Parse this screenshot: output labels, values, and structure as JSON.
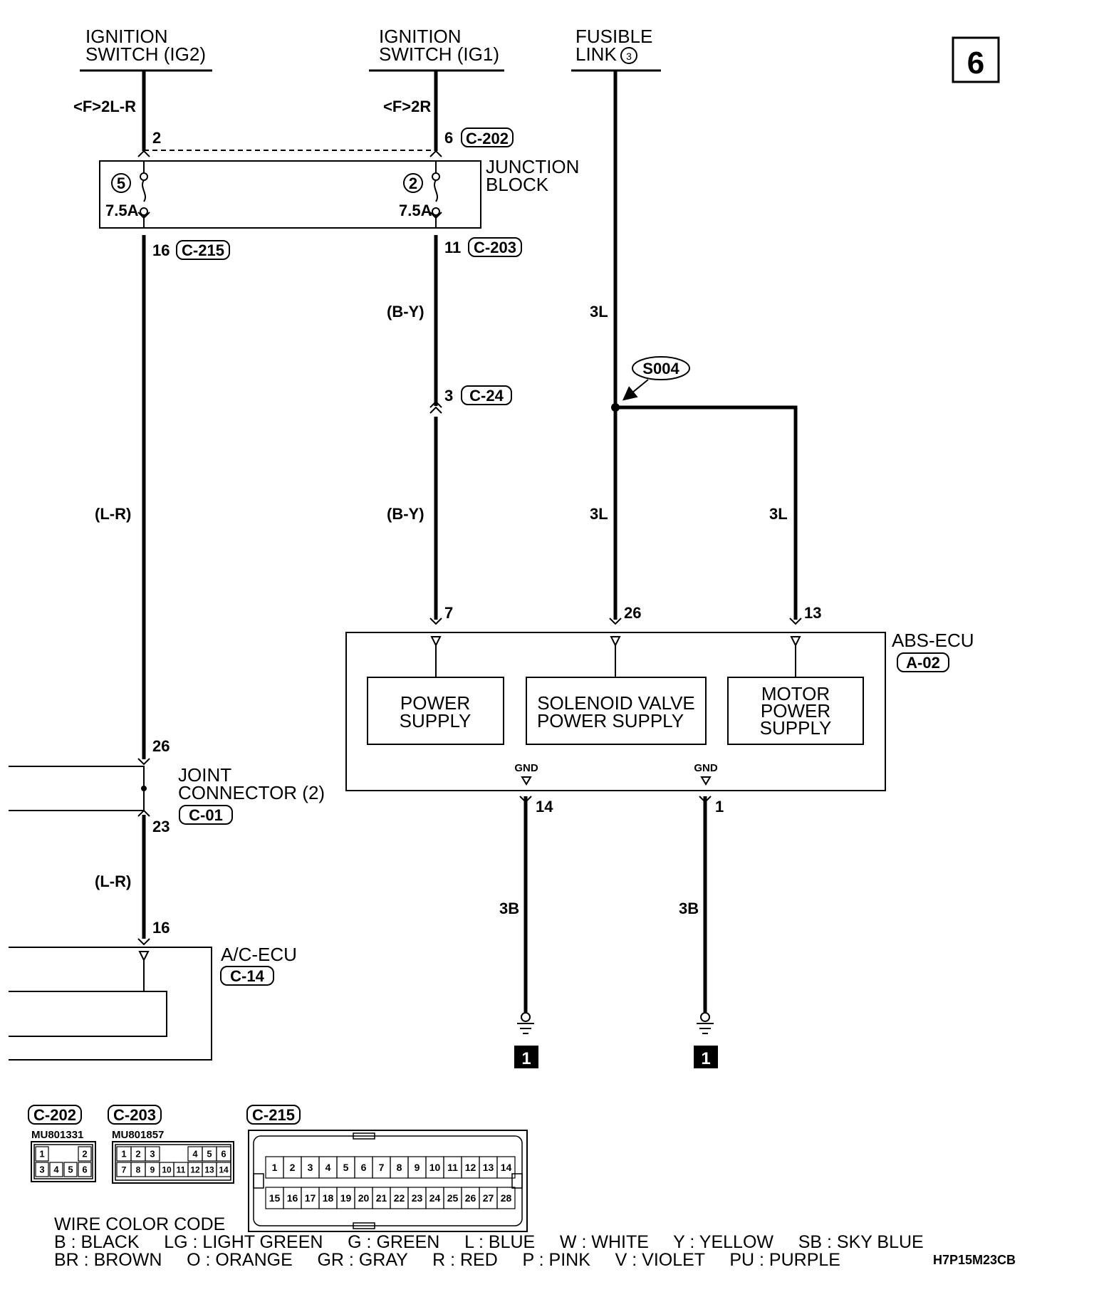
{
  "sources": {
    "ig2": {
      "line1": "IGNITION",
      "line2": "SWITCH (IG2)",
      "code": "<F>2L-R"
    },
    "ig1": {
      "line1": "IGNITION",
      "line2": "SWITCH (IG1)",
      "code": "<F>2R"
    },
    "fusible": {
      "line1": "FUSIBLE",
      "line2": "LINK",
      "num": "3"
    }
  },
  "page_number": "6",
  "junction_block": {
    "label1": "JUNCTION",
    "label2": "BLOCK",
    "fuse_a": {
      "num": "5",
      "rating": "7.5A"
    },
    "fuse_b": {
      "num": "2",
      "rating": "7.5A"
    },
    "pin_in_a": "2",
    "pin_in_b": "6",
    "conn_in_b": "C-202",
    "pin_out_a": "16",
    "conn_out_a": "C-215",
    "pin_out_b": "11",
    "conn_out_b": "C-203"
  },
  "wires": {
    "by_upper": "(B-Y)",
    "by_lower": "(B-Y)",
    "lr_upper": "(L-R)",
    "lr_lower": "(L-R)",
    "l3_upper": "3L",
    "l3_mid": "3L",
    "l3_right": "3L",
    "b3_left": "3B",
    "b3_right": "3B"
  },
  "c24": {
    "pin": "3",
    "conn": "C-24"
  },
  "splice": "S004",
  "abs_ecu": {
    "label": "ABS-ECU",
    "conn": "A-02",
    "pin_power": "7",
    "pin_solenoid": "26",
    "pin_motor": "13",
    "power_supply": [
      "POWER",
      "SUPPLY"
    ],
    "solenoid": [
      "SOLENOID VALVE",
      "POWER SUPPLY"
    ],
    "motor": [
      "MOTOR",
      "POWER",
      "SUPPLY"
    ],
    "gnd1": "GND",
    "gnd2": "GND",
    "gnd_pin1": "14",
    "gnd_pin2": "1"
  },
  "ground_ref": [
    "1",
    "1"
  ],
  "joint_connector": {
    "label1": "JOINT",
    "label2": "CONNECTOR (2)",
    "conn": "C-01",
    "pin_in": "26",
    "pin_out": "23"
  },
  "ac_ecu": {
    "label": "A/C-ECU",
    "conn": "C-14",
    "pin": "16"
  },
  "connectors": {
    "c202": {
      "name": "C-202",
      "part": "MU801331",
      "top": [
        "1",
        "2"
      ],
      "bottom": [
        "3",
        "4",
        "5",
        "6"
      ]
    },
    "c203": {
      "name": "C-203",
      "part": "MU801857",
      "top": [
        "1",
        "2",
        "3",
        "4",
        "5",
        "6"
      ],
      "bottom": [
        "7",
        "8",
        "9",
        "10",
        "11",
        "12",
        "13",
        "14"
      ]
    },
    "c215": {
      "name": "C-215",
      "top": [
        "1",
        "2",
        "3",
        "4",
        "5",
        "6",
        "7",
        "8",
        "9",
        "10",
        "11",
        "12",
        "13",
        "14"
      ],
      "bottom": [
        "15",
        "16",
        "17",
        "18",
        "19",
        "20",
        "21",
        "22",
        "23",
        "24",
        "25",
        "26",
        "27",
        "28"
      ]
    }
  },
  "color_code": {
    "title": "WIRE COLOR CODE",
    "row1": "B : BLACK     LG : LIGHT GREEN     G : GREEN     L : BLUE     W : WHITE     Y : YELLOW     SB : SKY BLUE",
    "row2": "BR : BROWN     O : ORANGE     GR : GRAY     R : RED     P : PINK     V : VIOLET     PU : PURPLE"
  },
  "diagram_code": "H7P15M23CB"
}
